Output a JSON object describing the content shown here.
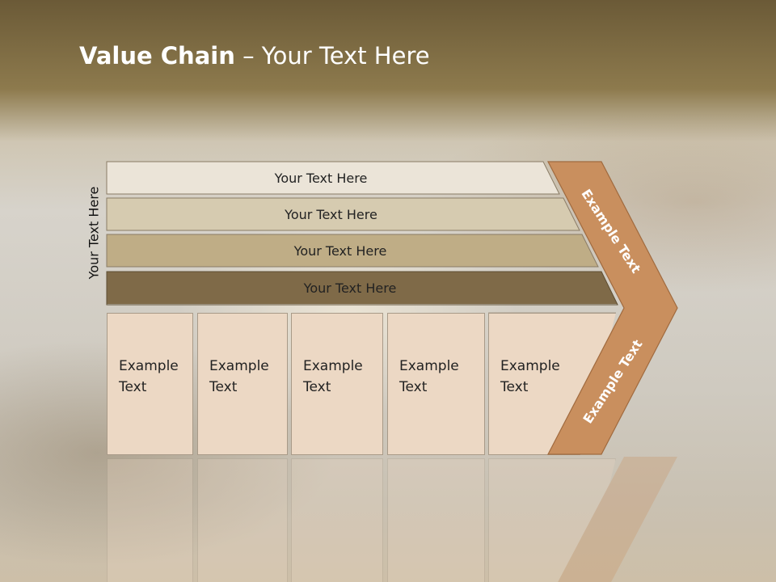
{
  "title": {
    "bold": "Value Chain",
    "rest": " – Your Text Here"
  },
  "side_label": "Your Text Here",
  "bars": [
    {
      "label": "Your Text Here",
      "color": "#ebe4d8"
    },
    {
      "label": "Your Text Here",
      "color": "#d6cbb0"
    },
    {
      "label": "Your Text Here",
      "color": "#bfad86"
    },
    {
      "label": "Your Text Here",
      "color": "#7f6a48"
    }
  ],
  "boxes": [
    {
      "line1": "Example",
      "line2": "Text"
    },
    {
      "line1": "Example",
      "line2": "Text"
    },
    {
      "line1": "Example",
      "line2": "Text"
    },
    {
      "line1": "Example",
      "line2": "Text"
    },
    {
      "line1": "Example",
      "line2": "Text"
    }
  ],
  "chevron": {
    "upper_label": "Example Text",
    "lower_label": "Example Text",
    "color": "#c98f5e"
  }
}
